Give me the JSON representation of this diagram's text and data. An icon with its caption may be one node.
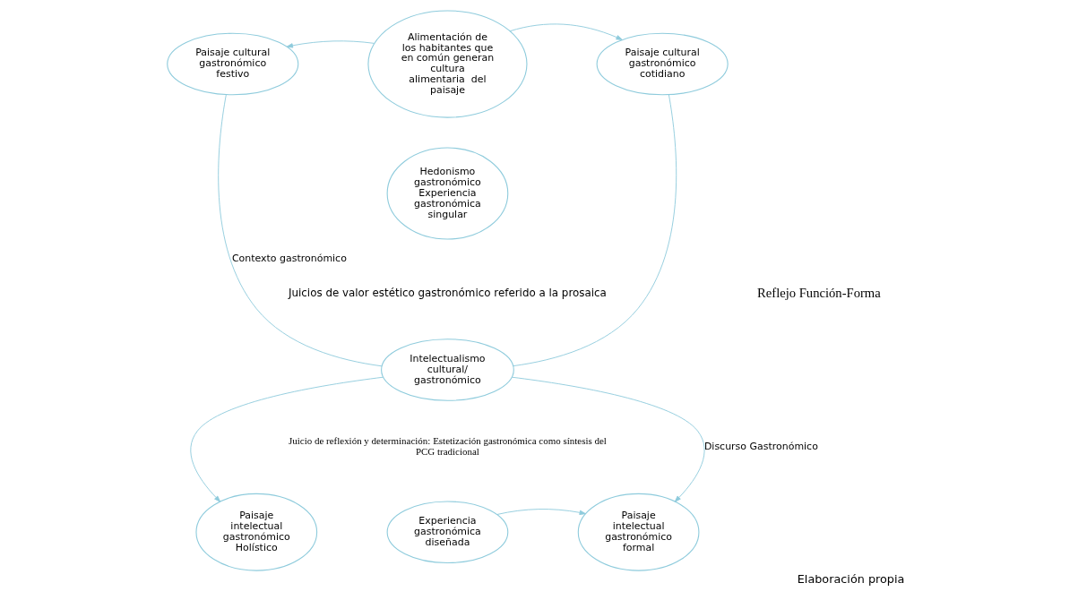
{
  "diagram": {
    "caption": "Elaboración propia",
    "nodes": [
      {
        "text": [
          "Alimentación de los habitantes que en común generan cultura alimentaria  del paisaje"
        ]
      },
      {
        "text": [
          "Paisaje cultural gastronómico festivo"
        ]
      },
      {
        "text": [
          "Paisaje cultural gastronómico cotidiano"
        ]
      },
      {
        "text": [
          "Hedonismo gastronómico Experiencia gastronómica singular"
        ]
      },
      {
        "text": [
          "Intelectualismo cultural/ gastronómico"
        ]
      },
      {
        "text": [
          "Experiencia gastronómica diseñada"
        ]
      },
      {
        "text": [
          "Paisaje intelectual gastronómico Holístico"
        ]
      },
      {
        "text": [
          "Paisaje intelectual gastronómico formal"
        ]
      }
    ],
    "edges": [
      {
        "from": 0,
        "to": 1,
        "arrow": "to"
      },
      {
        "from": 0,
        "to": 2,
        "arrow": "to"
      },
      {
        "from": 1,
        "to": 4,
        "arrow": "none",
        "label": "Contexto gastronómico"
      },
      {
        "from": 4,
        "to": 7,
        "arrow": "to",
        "label": "Discurso Gastronómico"
      },
      {
        "from": 2,
        "to": 4,
        "arrow": "none"
      },
      {
        "from": 4,
        "to": 6,
        "arrow": "to"
      },
      {
        "from": 5,
        "to": 7,
        "arrow": "to"
      }
    ],
    "labels": [
      "Juicios de valor estético gastronómico referido a la prosaica",
      "Reflejo Función-Forma",
      "Juicio de reflexión y determinación: Estetización gastronómica como síntesis del PCG tradicional"
    ]
  }
}
